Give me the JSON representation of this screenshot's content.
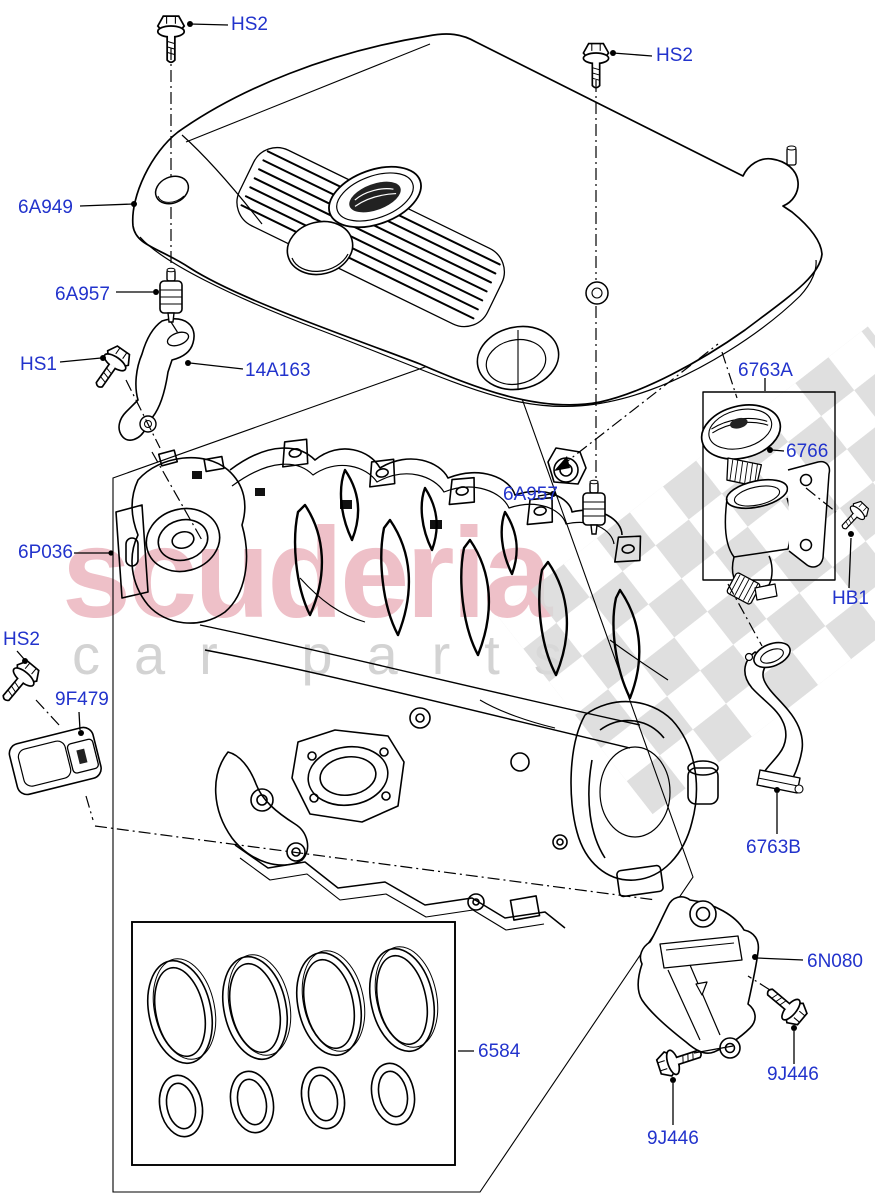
{
  "watermark": {
    "brand": "scuderia",
    "tagline": "car parts"
  },
  "palette": {
    "label_color": "#2233cc",
    "line_color": "#000000",
    "watermark_red": "#c8314b",
    "watermark_gray": "#9f9f9f",
    "checker_gray": "#d9d9d9"
  },
  "labels": {
    "hs2_top_left": "HS2",
    "hs2_top_right": "HS2",
    "engine_cover": "6A949",
    "spacer_upper": "6A957",
    "hs1": "HS1",
    "bracket_upper": "14A163",
    "filler_assembly": "6763A",
    "filler_cap": "6766",
    "spacer_mid": "6A957",
    "hb1": "HB1",
    "manifold": "6P036",
    "hs2_lower": "HS2",
    "map_sensor": "9F479",
    "hose": "6763B",
    "bracket_lower": "6N080",
    "gasket_kit": "6584",
    "bolt_right": "9J446",
    "bolt_bottom": "9J446"
  }
}
